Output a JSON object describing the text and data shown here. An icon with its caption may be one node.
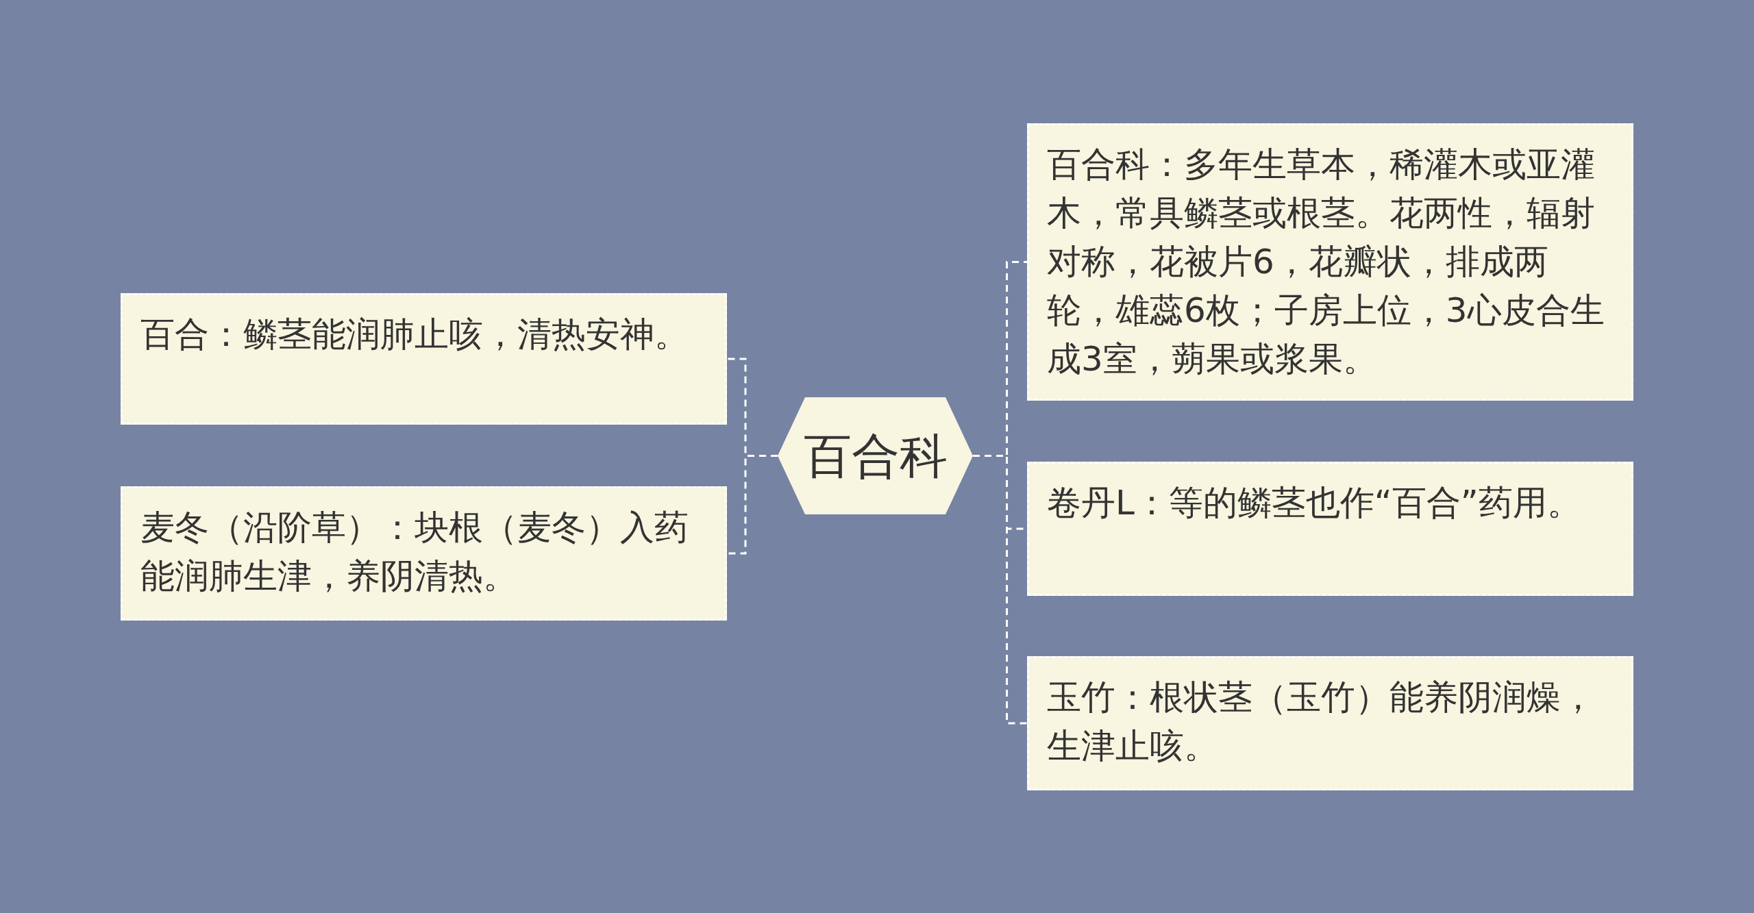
{
  "diagram": {
    "nodes": [
      {
        "text": [
          "百合科"
        ]
      },
      {
        "text": [
          "百合：鳞茎能润肺止咳，清热安神。"
        ]
      },
      {
        "text": [
          "麦冬（沿阶草）：块根（麦冬）入药能润肺生津，养阴清热。"
        ]
      },
      {
        "text": [
          "百合科：多年生草本，稀灌木或亚灌木，常具鳞茎或根茎。花两性，辐射对称，花被片6，花瓣状，排成两轮，雄蕊6枚；子房上位，3心皮合生成3室，蒴果或浆果。"
        ]
      },
      {
        "text": [
          "卷丹L：等的鳞茎也作“百合”药用。"
        ]
      },
      {
        "text": [
          "玉竹：根状茎（玉竹）能养阴润燥，生津止咳。"
        ]
      }
    ],
    "edges": [
      {
        "from": 0,
        "to": 1,
        "arrow": "none",
        "style": "dashed"
      },
      {
        "from": 0,
        "to": 2,
        "arrow": "none",
        "style": "dashed"
      },
      {
        "from": 0,
        "to": 3,
        "arrow": "none",
        "style": "dashed"
      },
      {
        "from": 0,
        "to": 4,
        "arrow": "none",
        "style": "dashed"
      },
      {
        "from": 0,
        "to": 5,
        "arrow": "none",
        "style": "dashed"
      }
    ]
  }
}
